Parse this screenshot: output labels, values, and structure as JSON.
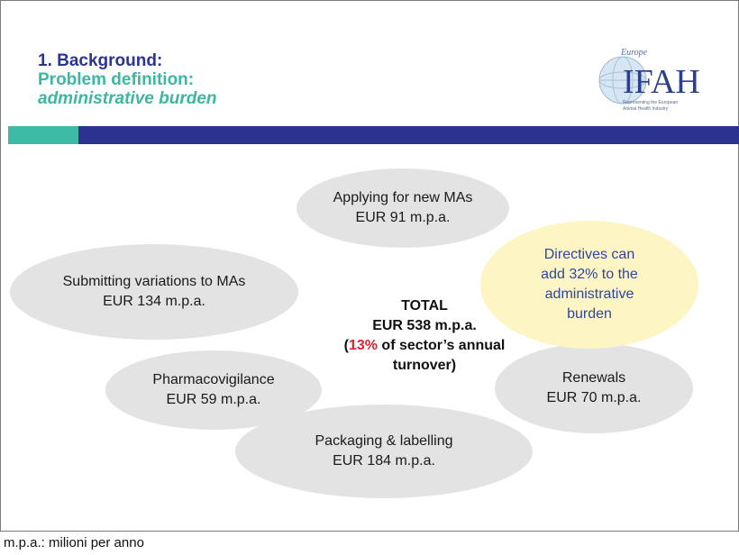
{
  "header": {
    "title_line1": "1. Background:",
    "title_line2": "Problem definition:",
    "title_line3": "administrative burden"
  },
  "logo": {
    "small_text": "Europe",
    "main_text": "IFAH",
    "tagline_line1": "Representing the European",
    "tagline_line2": "Animal Health Industry"
  },
  "nodes": {
    "applying": {
      "label": "Applying for new MAs",
      "value": "EUR 91 m.p.a."
    },
    "variations": {
      "label": "Submitting variations to MAs",
      "value": "EUR 134 m.p.a."
    },
    "pharmacovigilance": {
      "label": "Pharmacovigilance",
      "value": "EUR 59 m.p.a."
    },
    "packaging": {
      "label": "Packaging & labelling",
      "value": "EUR 184 m.p.a."
    },
    "renewals": {
      "label": "Renewals",
      "value": "EUR 70 m.p.a."
    },
    "directives": {
      "line1": "Directives can",
      "line2": "add 32% to the",
      "line3": "administrative",
      "line4": "burden"
    }
  },
  "total": {
    "label": "TOTAL",
    "value": "EUR 538 m.p.a.",
    "open_paren": "(",
    "percent": "13%",
    "rest": " of sector’s annual",
    "line4": "turnover)"
  },
  "footer": {
    "note": "m.p.a.: milioni per anno"
  },
  "colors": {
    "navy": "#2a3490",
    "teal": "#3dbba5",
    "ellipse_gray": "#e3e3e3",
    "highlight_yellow": "#fdf6c4",
    "highlight_text": "#2f45a6",
    "accent_red": "#e0222f"
  }
}
